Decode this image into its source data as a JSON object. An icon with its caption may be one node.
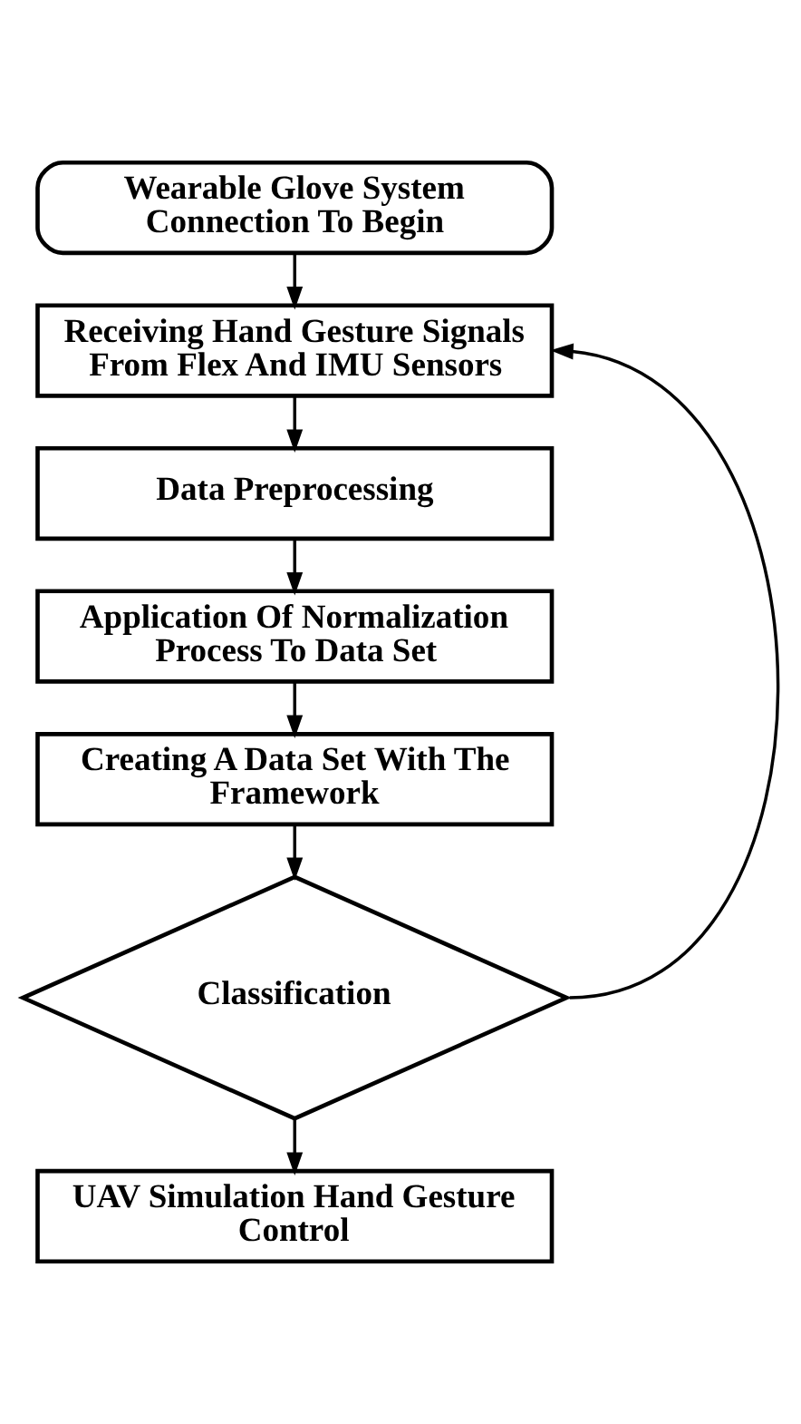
{
  "diagram": {
    "nodes": [
      {
        "text": [
          "Wearable Glove System Connection To Begin"
        ]
      },
      {
        "text": [
          "Receiving Hand Gesture Signals From Flex And IMU Sensors"
        ]
      },
      {
        "text": [
          "Data Preprocessing"
        ]
      },
      {
        "text": [
          "Application Of Normalization Process To Data Set"
        ]
      },
      {
        "text": [
          "Creating A Data Set With The Framework"
        ]
      },
      {
        "text": [
          "Classification"
        ]
      },
      {
        "text": [
          "UAV Simulation Hand Gesture Control"
        ]
      }
    ],
    "edges": [
      {
        "from": 0,
        "to": 1,
        "arrow": "to"
      },
      {
        "from": 1,
        "to": 2,
        "arrow": "to"
      },
      {
        "from": 2,
        "to": 3,
        "arrow": "to"
      },
      {
        "from": 3,
        "to": 4,
        "arrow": "to"
      },
      {
        "from": 4,
        "to": 5,
        "arrow": "to"
      },
      {
        "from": 5,
        "to": 6,
        "arrow": "to"
      },
      {
        "from": 5,
        "to": 1,
        "arrow": "to"
      }
    ]
  }
}
